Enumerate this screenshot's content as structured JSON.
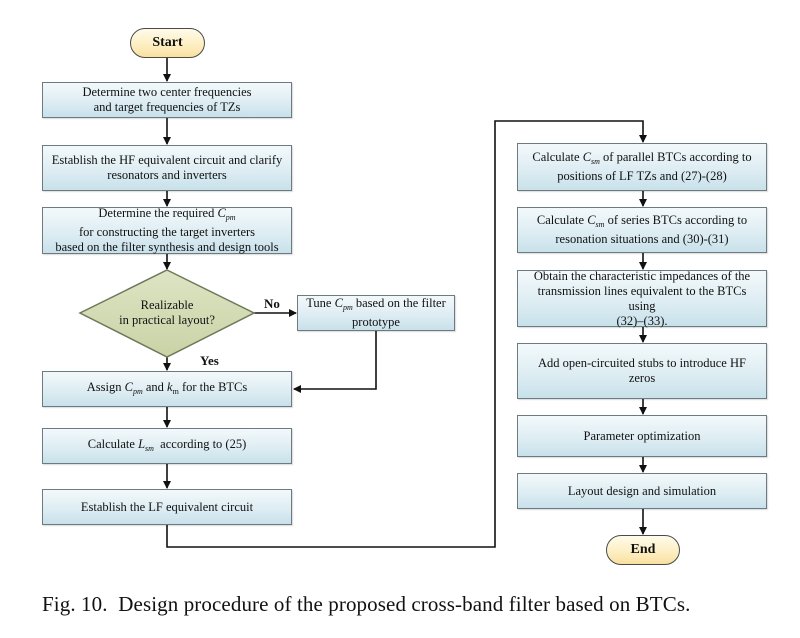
{
  "figure": {
    "caption": "Fig. 10.  Design procedure of the proposed cross-band filter based on BTCs.",
    "colors": {
      "process_fill": "#dcecf2",
      "terminal_fill": "#fdeec0",
      "decision_fill": "#d3dcb4",
      "line": "#111111"
    }
  },
  "flowchart": {
    "start": "Start",
    "end": "End",
    "left_steps": [
      {
        "line1": "Determine two center frequencies",
        "line2": "and target frequencies of TZs"
      },
      {
        "line1": "Establish the HF equivalent circuit and clarify",
        "line2": "resonators and inverters"
      },
      {
        "line1_pre": "Determine the required ",
        "var": "C",
        "sub": "pm",
        "line2": "for constructing the target inverters",
        "line3": "based on the filter synthesis and design tools"
      }
    ],
    "decision": {
      "line1": "Realizable",
      "line2": "in practical layout?",
      "no_label": "No",
      "yes_label": "Yes"
    },
    "tune": {
      "pre": "Tune ",
      "var": "C",
      "sub": "pm",
      "post": " based on the filter",
      "line2": "prototype"
    },
    "assign": {
      "pre": "Assign ",
      "var1": "C",
      "sub1": "pm",
      "mid": " and ",
      "var2": "k",
      "sub2": "m",
      "post": " for the BTCs"
    },
    "calc_l": {
      "pre": "Calculate ",
      "var": "L",
      "sub": "sm",
      "post": "  according to (25)"
    },
    "lf": "Establish the LF equivalent circuit",
    "right_steps": [
      {
        "pre": "Calculate ",
        "var": "C",
        "sub": "sm",
        "post": " of parallel BTCs according to",
        "line2": "positions of LF TZs and (27)-(28)"
      },
      {
        "pre": "Calculate ",
        "var": "C",
        "sub": "sm",
        "post": " of series BTCs according to",
        "line2": "resonation situations and (30)-(31)"
      },
      {
        "line1": "Obtain the characteristic impedances of the",
        "line2": "transmission lines equivalent to the BTCs using",
        "line3": "(32)–(33)."
      },
      {
        "line1": "Add open-circuited stubs to introduce HF zeros"
      },
      {
        "line1": "Parameter optimization"
      },
      {
        "line1": "Layout design and simulation"
      }
    ]
  }
}
